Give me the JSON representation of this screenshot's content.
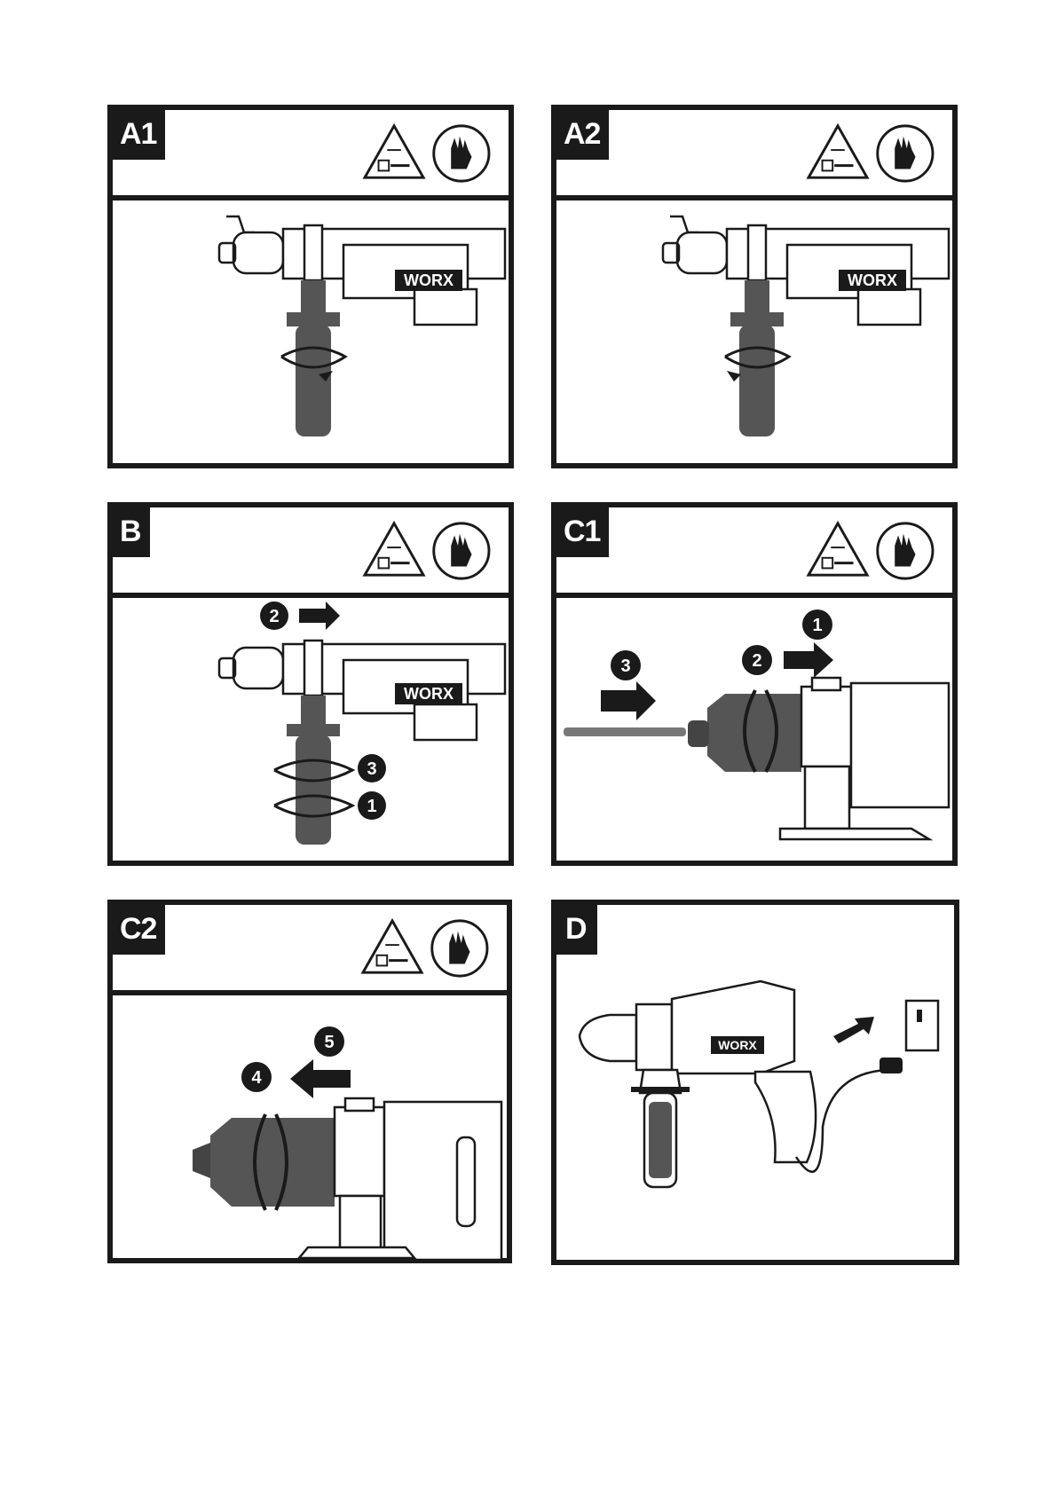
{
  "panels": [
    {
      "id": "A1",
      "label": "A1",
      "has_header_icons": true,
      "brand": "WORX"
    },
    {
      "id": "A2",
      "label": "A2",
      "has_header_icons": true,
      "brand": "WORX"
    },
    {
      "id": "B",
      "label": "B",
      "has_header_icons": true,
      "brand": "WORX",
      "steps": [
        "2",
        "3",
        "1"
      ]
    },
    {
      "id": "C1",
      "label": "C1",
      "has_header_icons": true,
      "steps": [
        "1",
        "2",
        "3"
      ]
    },
    {
      "id": "C2",
      "label": "C2",
      "has_header_icons": true,
      "steps": [
        "5",
        "4"
      ]
    },
    {
      "id": "D",
      "label": "D",
      "has_header_icons": false,
      "brand": "WORX"
    }
  ],
  "icons": [
    "unplug-warning-icon",
    "gloves-icon"
  ],
  "colors": {
    "ink": "#1a1a1a",
    "paper": "#ffffff",
    "grey": "#666666"
  }
}
